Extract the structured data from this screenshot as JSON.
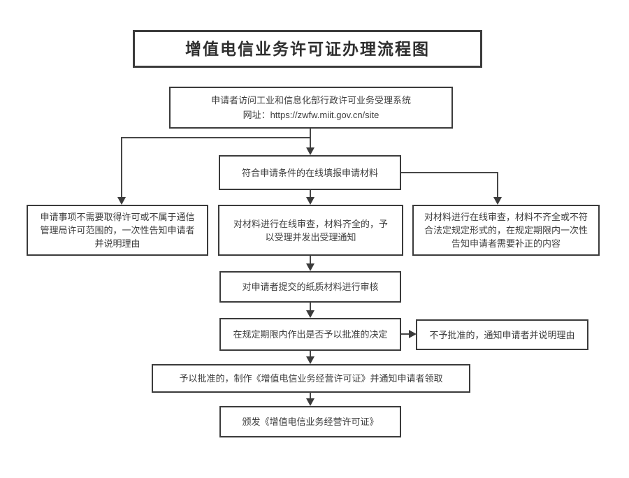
{
  "diagram": {
    "title": "增值电信业务许可证办理流程图",
    "nodes": {
      "access_system": "申请者访问工业和信息化部行政许可业务受理系统\n网址：https://zwfw.miit.gov.cn/site",
      "online_fill": "符合申请条件的在线填报申请材料",
      "not_in_scope": "申请事项不需要取得许可或不属于通信管理局许可范围的，一次性告知申请者并说明理由",
      "accept_notice": "对材料进行在线审查，材料齐全的，予以受理并发出受理通知",
      "supplement_notice": "对材料进行在线审查，材料不齐全或不符合法定规定形式的，在规定期限内一次性告知申请者需要补正的内容",
      "paper_review": "对申请者提交的纸质材料进行审核",
      "decision": "在规定期限内作出是否予以批准的决定",
      "not_approved": "不予批准的，通知申请者并说明理由",
      "approved": "予以批准的，制作《增值电信业务经营许可证》并通知申请者领取",
      "issue_license": "颁发《增值电信业务经营许可证》"
    },
    "colors": {
      "border": "#3b3b3b",
      "line": "#474747",
      "text": "#3d3d3d",
      "background": "#ffffff"
    }
  }
}
